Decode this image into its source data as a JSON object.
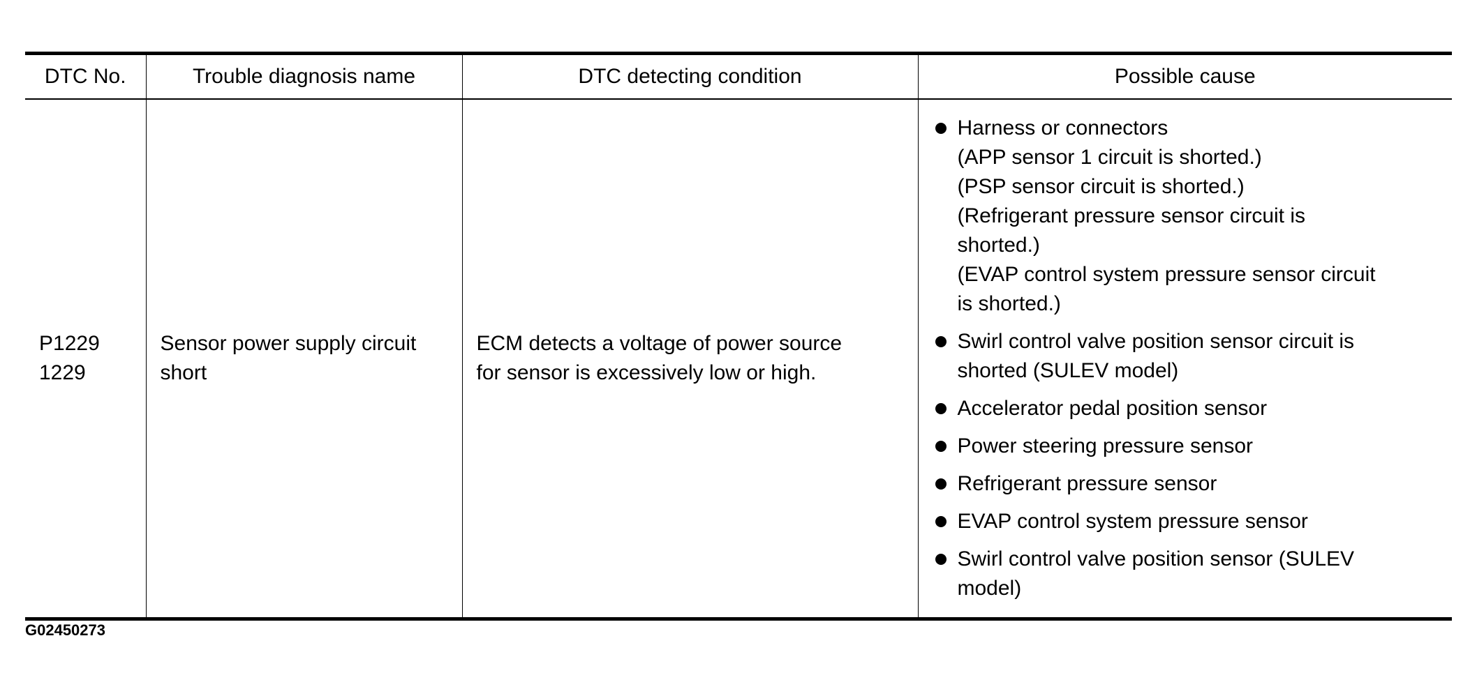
{
  "table": {
    "headers": {
      "dtc_no": "DTC No.",
      "name": "Trouble diagnosis name",
      "condition": "DTC detecting condition",
      "cause": "Possible cause"
    },
    "row": {
      "dtc_no_lines": [
        "P1229",
        "1229"
      ],
      "name_lines": [
        "Sensor power supply circuit",
        "short"
      ],
      "condition_lines": [
        "ECM detects a voltage of power source",
        "for sensor is excessively low or high."
      ],
      "causes": [
        {
          "lines": [
            "Harness or connectors",
            "(APP sensor 1 circuit is shorted.)",
            "(PSP sensor circuit is shorted.)",
            "(Refrigerant pressure sensor circuit is",
            "shorted.)",
            "(EVAP control system pressure sensor circuit",
            "is shorted.)"
          ]
        },
        {
          "lines": [
            "Swirl control valve position sensor circuit is",
            "shorted (SULEV model)"
          ]
        },
        {
          "lines": [
            "Accelerator pedal position sensor"
          ]
        },
        {
          "lines": [
            "Power steering pressure sensor"
          ]
        },
        {
          "lines": [
            "Refrigerant pressure sensor"
          ]
        },
        {
          "lines": [
            "EVAP control system pressure sensor"
          ]
        },
        {
          "lines": [
            "Swirl control valve position sensor (SULEV",
            "model)"
          ]
        }
      ]
    }
  },
  "figure_code": "G02450273",
  "icons": {
    "bullet": "bullet-dot-icon"
  }
}
